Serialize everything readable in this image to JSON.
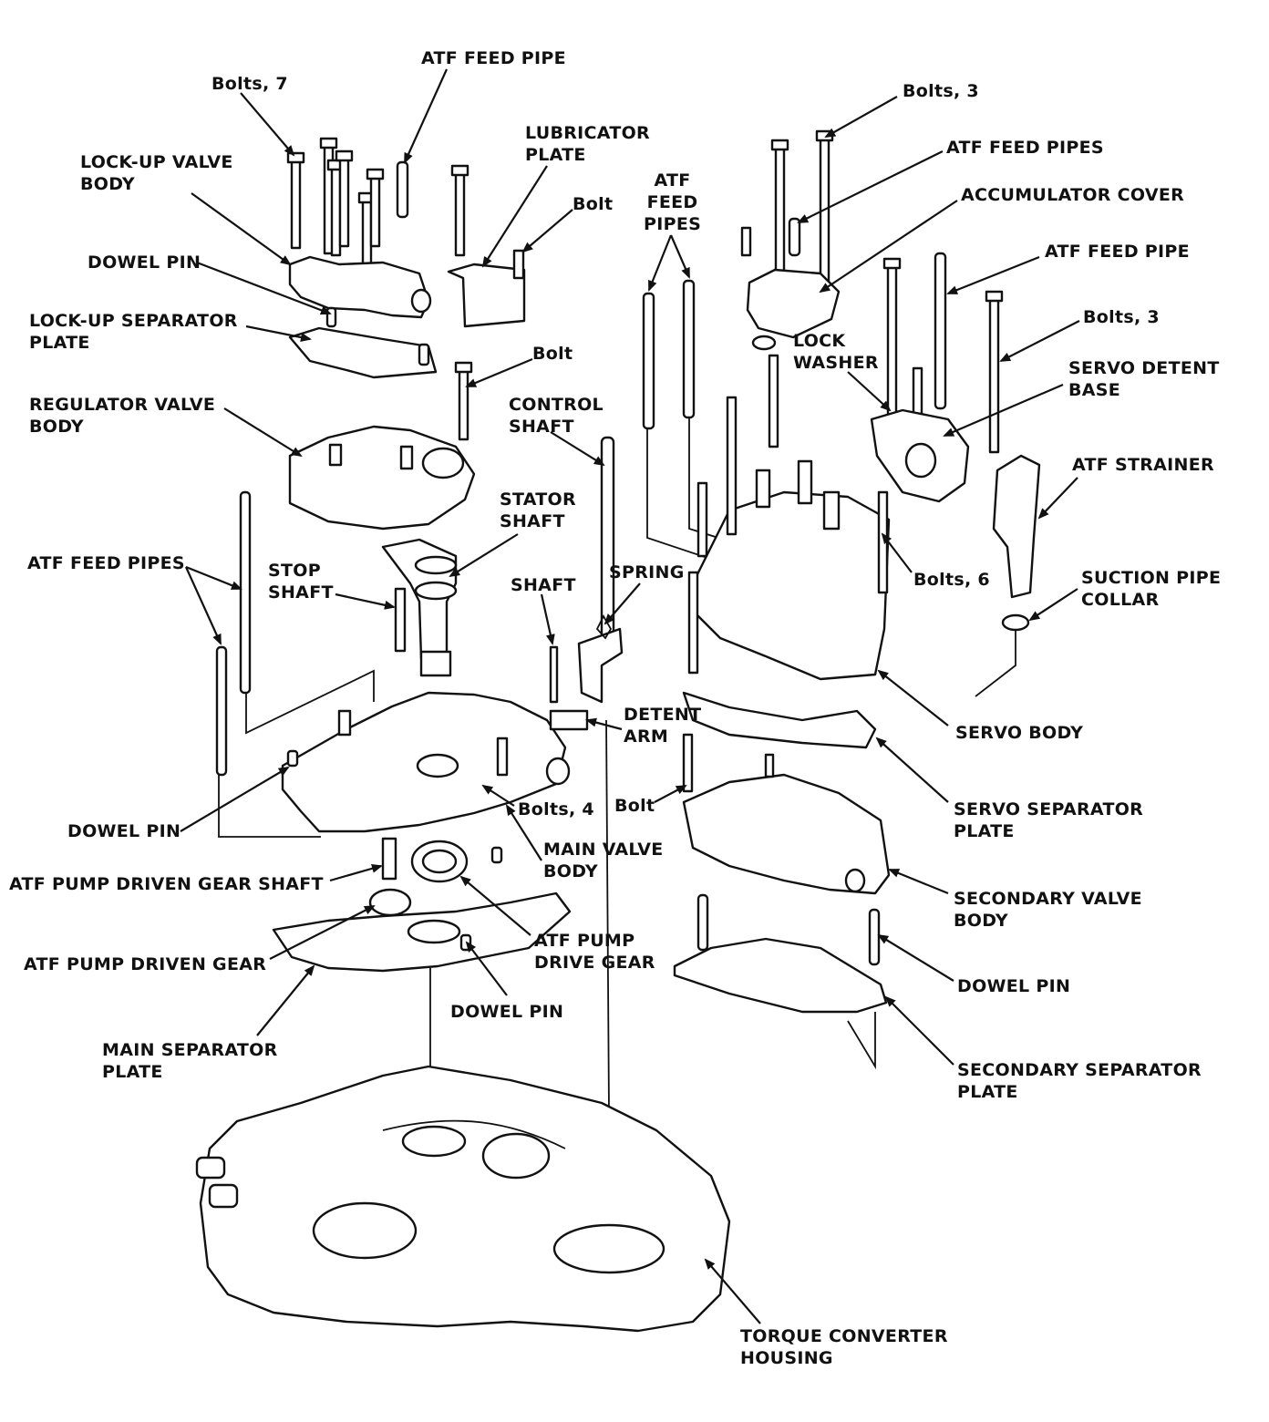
{
  "labels": {
    "bolts7": "Bolts, 7",
    "atf_feed_pipe_top": "ATF FEED PIPE",
    "lubricator_plate": [
      "LUBRICATOR",
      "PLATE"
    ],
    "lockup_valve_body": [
      "LOCK-UP VALVE",
      "BODY"
    ],
    "bolt_top": "Bolt",
    "dowel_pin_top": "DOWEL PIN",
    "lockup_separator_plate": [
      "LOCK-UP SEPARATOR",
      "PLATE"
    ],
    "bolt_mid": "Bolt",
    "regulator_valve_body": [
      "REGULATOR VALVE",
      "BODY"
    ],
    "control_shaft": [
      "CONTROL",
      "SHAFT"
    ],
    "atf_feed_pipes_center": [
      "ATF",
      "FEED",
      "PIPES"
    ],
    "stator_shaft": [
      "STATOR",
      "SHAFT"
    ],
    "atf_feed_pipes_left": "ATF FEED PIPES",
    "stop_shaft": [
      "STOP",
      "SHAFT"
    ],
    "shaft": "SHAFT",
    "spring": "SPRING",
    "detent_arm": [
      "DETENT",
      "ARM"
    ],
    "dowel_pin_left": "DOWEL PIN",
    "bolts4": "Bolts, 4",
    "main_valve_body": [
      "MAIN VALVE",
      "BODY"
    ],
    "bolt_right": "Bolt",
    "atf_pump_driven_gear_shaft": "ATF PUMP DRIVEN GEAR SHAFT",
    "atf_pump_driven_gear": "ATF PUMP DRIVEN GEAR",
    "atf_pump_drive_gear": [
      "ATF PUMP",
      "DRIVE GEAR"
    ],
    "dowel_pin_bottom": "DOWEL PIN",
    "main_separator_plate": [
      "MAIN SEPARATOR",
      "PLATE"
    ],
    "torque_converter_housing": [
      "TORQUE CONVERTER",
      "HOUSING"
    ],
    "bolts3_top": "Bolts, 3",
    "atf_feed_pipes_right": "ATF FEED PIPES",
    "accumulator_cover": "ACCUMULATOR COVER",
    "atf_feed_pipe_right": "ATF FEED PIPE",
    "bolts3_mid": "Bolts, 3",
    "lock_washer": [
      "LOCK",
      "WASHER"
    ],
    "servo_detent_base": [
      "SERVO DETENT",
      "BASE"
    ],
    "atf_strainer": "ATF STRAINER",
    "bolts6": "Bolts, 6",
    "suction_pipe_collar": [
      "SUCTION PIPE",
      "COLLAR"
    ],
    "servo_body": "SERVO BODY",
    "servo_separator_plate": [
      "SERVO SEPARATOR",
      "PLATE"
    ],
    "secondary_valve_body": [
      "SECONDARY VALVE",
      "BODY"
    ],
    "dowel_pin_right": "DOWEL PIN",
    "secondary_separator_plate": [
      "SECONDARY SEPARATOR",
      "PLATE"
    ]
  }
}
